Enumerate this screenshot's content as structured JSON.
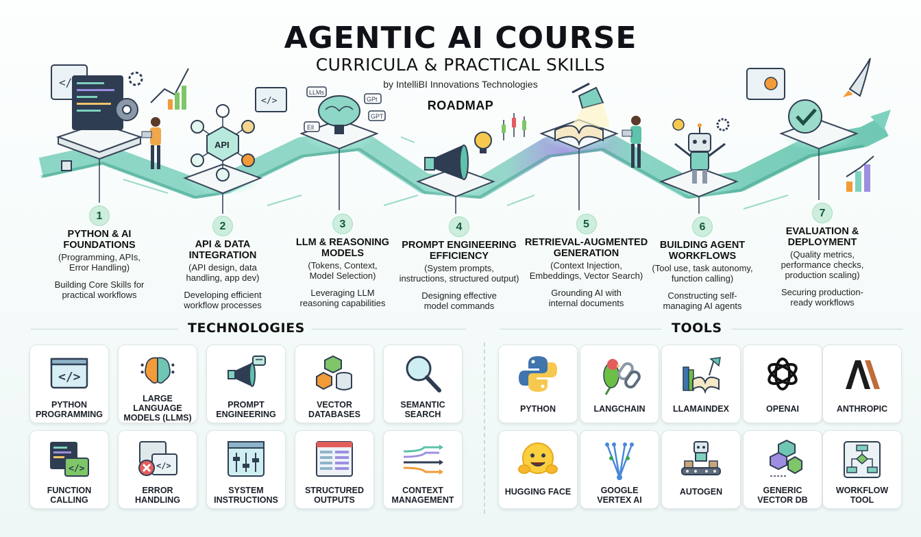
{
  "header": {
    "title": "AGENTIC AI COURSE",
    "subtitle": "CURRICULA & PRACTICAL SKILLS",
    "byline": "by IntelliBI Innovations Technologies",
    "roadmap_label": "ROADMAP"
  },
  "art_labels": {
    "api": "API",
    "llms": "LLMs",
    "gpt_a": "GPt",
    "gpt_b": "GPT",
    "ell": "Ell",
    "code": "</>"
  },
  "steps": [
    {
      "num": "1",
      "title": "PYTHON & AI\nFOUNDATIONS",
      "sub": "(Programming, APIs,\nError Handling)",
      "desc": "Building Core Skills for\npractical workflows"
    },
    {
      "num": "2",
      "title": "API & DATA\nINTEGRATION",
      "sub": "(API design, data\nhandling, app dev)",
      "desc": "Developing efficient\nworkflow processes"
    },
    {
      "num": "3",
      "title": "LLM & REASONING\nMODELS",
      "sub": "(Tokens, Context,\nModel Selection)",
      "desc": "Leveraging LLM\nreasoning capabilities"
    },
    {
      "num": "4",
      "title": "PROMPT ENGINEERING\nEFFICIENCY",
      "sub": "(System prompts,\ninstructions, structured output)",
      "desc": "Designing effective\nmodel commands"
    },
    {
      "num": "5",
      "title": "RETRIEVAL-AUGMENTED\nGENERATION",
      "sub": "(Context Injection,\nEmbeddings, Vector Search)",
      "desc": "Grounding AI with\ninternal documents"
    },
    {
      "num": "6",
      "title": "BUILDING AGENT\nWORKFLOWS",
      "sub": "(Tool use, task autonomy,\nfunction calling)",
      "desc": "Constructing self-\nmanaging AI agents"
    },
    {
      "num": "7",
      "title": "EVALUATION &\nDEPLOYMENT",
      "sub": "(Quality metrics,\nperformance checks,\nproduction scaling)",
      "desc": "Securing production-\nready workflows"
    }
  ],
  "technologies": {
    "title": "TECHNOLOGIES",
    "items": [
      {
        "label": "PYTHON\nPROGRAMMING",
        "icon": "code-window-icon"
      },
      {
        "label": "LARGE LANGUAGE\nMODELS (LLMS)",
        "icon": "brain-icon"
      },
      {
        "label": "PROMPT\nENGINEERING",
        "icon": "megaphone-icon"
      },
      {
        "label": "VECTOR\nDATABASES",
        "icon": "database-cubes-icon"
      },
      {
        "label": "SEMANTIC\nSEARCH",
        "icon": "magnifier-icon"
      },
      {
        "label": "FUNCTION\nCALLING",
        "icon": "code-editor-icon"
      },
      {
        "label": "ERROR\nHANDLING",
        "icon": "error-window-icon"
      },
      {
        "label": "SYSTEM\nINSTRUCTIONS",
        "icon": "sliders-panel-icon"
      },
      {
        "label": "STRUCTURED\nOUTPUTS",
        "icon": "table-form-icon"
      },
      {
        "label": "CONTEXT\nMANAGEMENT",
        "icon": "flow-arrows-icon"
      }
    ]
  },
  "tools": {
    "title": "TOOLS",
    "items": [
      {
        "label": "PYTHON",
        "icon": "python-logo-icon"
      },
      {
        "label": "LANGCHAIN",
        "icon": "parrot-chain-icon"
      },
      {
        "label": "LLAMAINDEX",
        "icon": "book-lamp-icon"
      },
      {
        "label": "OPENAI",
        "icon": "openai-knot-icon"
      },
      {
        "label": "ANTHROPIC",
        "icon": "anthropic-logo-icon",
        "logo_text": "A\\"
      },
      {
        "label": "HUGGING FACE",
        "icon": "hugging-face-icon"
      },
      {
        "label": "GOOGLE\nVERTEX AI",
        "icon": "vertex-network-icon"
      },
      {
        "label": "AUTOGEN",
        "icon": "robot-conveyor-icon"
      },
      {
        "label": "GENERIC\nVECTOR DB",
        "icon": "cube-stack-icon"
      },
      {
        "label": "WORKFLOW\nTOOL",
        "icon": "flowchart-icon"
      }
    ]
  },
  "colors": {
    "teal": "#7fd1bf",
    "teal_dark": "#3fa58f",
    "purple": "#9d8ee0",
    "navy": "#2f3d52",
    "accent_orange": "#f29b38",
    "accent_green": "#7ec667"
  }
}
